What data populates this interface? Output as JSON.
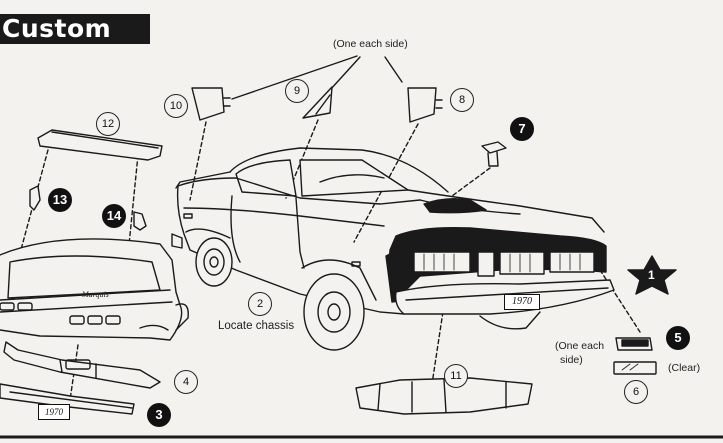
{
  "title": "Custom",
  "labels": {
    "one_each_side_top": "(One each side)",
    "locate_chassis": "Locate chassis",
    "one_each_side_right_1": "(One each",
    "one_each_side_right_2": "side)",
    "clear": "(Clear)",
    "plate_front": "1970",
    "plate_rear": "1970",
    "trunk_script": "Marquis"
  },
  "callouts": [
    {
      "id": "callout-1",
      "number": "1",
      "style": "star"
    },
    {
      "id": "callout-2",
      "number": "2",
      "style": "outline"
    },
    {
      "id": "callout-3",
      "number": "3",
      "style": "filled"
    },
    {
      "id": "callout-4",
      "number": "4",
      "style": "outline"
    },
    {
      "id": "callout-5",
      "number": "5",
      "style": "filled"
    },
    {
      "id": "callout-6",
      "number": "6",
      "style": "outline"
    },
    {
      "id": "callout-7",
      "number": "7",
      "style": "filled"
    },
    {
      "id": "callout-8",
      "number": "8",
      "style": "outline"
    },
    {
      "id": "callout-9",
      "number": "9",
      "style": "outline"
    },
    {
      "id": "callout-10",
      "number": "10",
      "style": "outline"
    },
    {
      "id": "callout-11",
      "number": "11",
      "style": "outline"
    },
    {
      "id": "callout-12",
      "number": "12",
      "style": "outline"
    },
    {
      "id": "callout-13",
      "number": "13",
      "style": "filled"
    },
    {
      "id": "callout-14",
      "number": "14",
      "style": "filled"
    }
  ]
}
